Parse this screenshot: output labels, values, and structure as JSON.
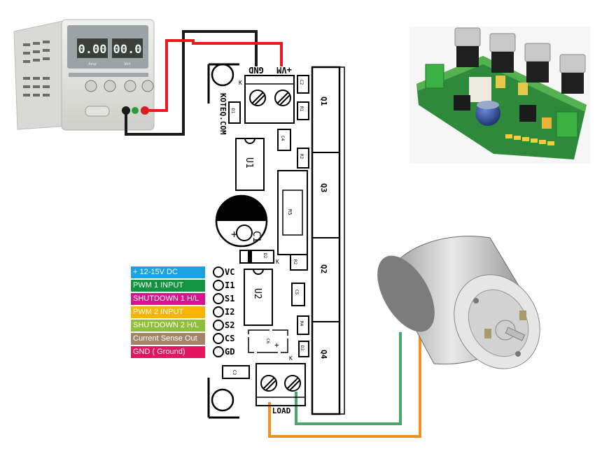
{
  "psu": {
    "display_left": "0.00",
    "display_right": "00.0",
    "unit_left": "Amp",
    "unit_right": "Volt"
  },
  "pcb": {
    "brand": "KOTEQ.COM",
    "terminal_gnd": "GND",
    "terminal_vm": "+VM",
    "terminal_load": "LOAD",
    "cap_c1": "C1",
    "cap_plus": "+",
    "cap_c6_plus": "+",
    "k_mark": "K",
    "components": {
      "q1": "Q1",
      "q2": "Q2",
      "q3": "Q3",
      "q4": "Q4",
      "u1": "U1",
      "u2": "U2",
      "r1": "R1",
      "r2": "R2",
      "r3": "R3",
      "r4": "R4",
      "r5": "R5",
      "c2": "C2",
      "c3": "C3",
      "c4": "C4",
      "c5": "C5",
      "c6": "C6",
      "d1": "D1",
      "d2": "D2",
      "d3": "D3"
    }
  },
  "header_pins": [
    "VC",
    "I1",
    "S1",
    "I2",
    "S2",
    "CS",
    "GD"
  ],
  "pin_labels": [
    {
      "text": "+ 12-15V DC",
      "color": "#1aa3e0"
    },
    {
      "text": "PWM 1 INPUT",
      "color": "#12933f"
    },
    {
      "text": "SHUTDOWN 1 H/L",
      "color": "#d6158c"
    },
    {
      "text": "PWM 2 INPUT",
      "color": "#f7b500"
    },
    {
      "text": "SHUTDOWN 2 H/L",
      "color": "#8dbf3b"
    },
    {
      "text": "Current Sense Out",
      "color": "#a3836a"
    },
    {
      "text": "GND ( Ground)",
      "color": "#e3165f"
    }
  ],
  "wire_colors": {
    "black": "#1a1a1a",
    "red": "#e8191d",
    "green": "#4ba56d",
    "orange": "#f39020"
  }
}
